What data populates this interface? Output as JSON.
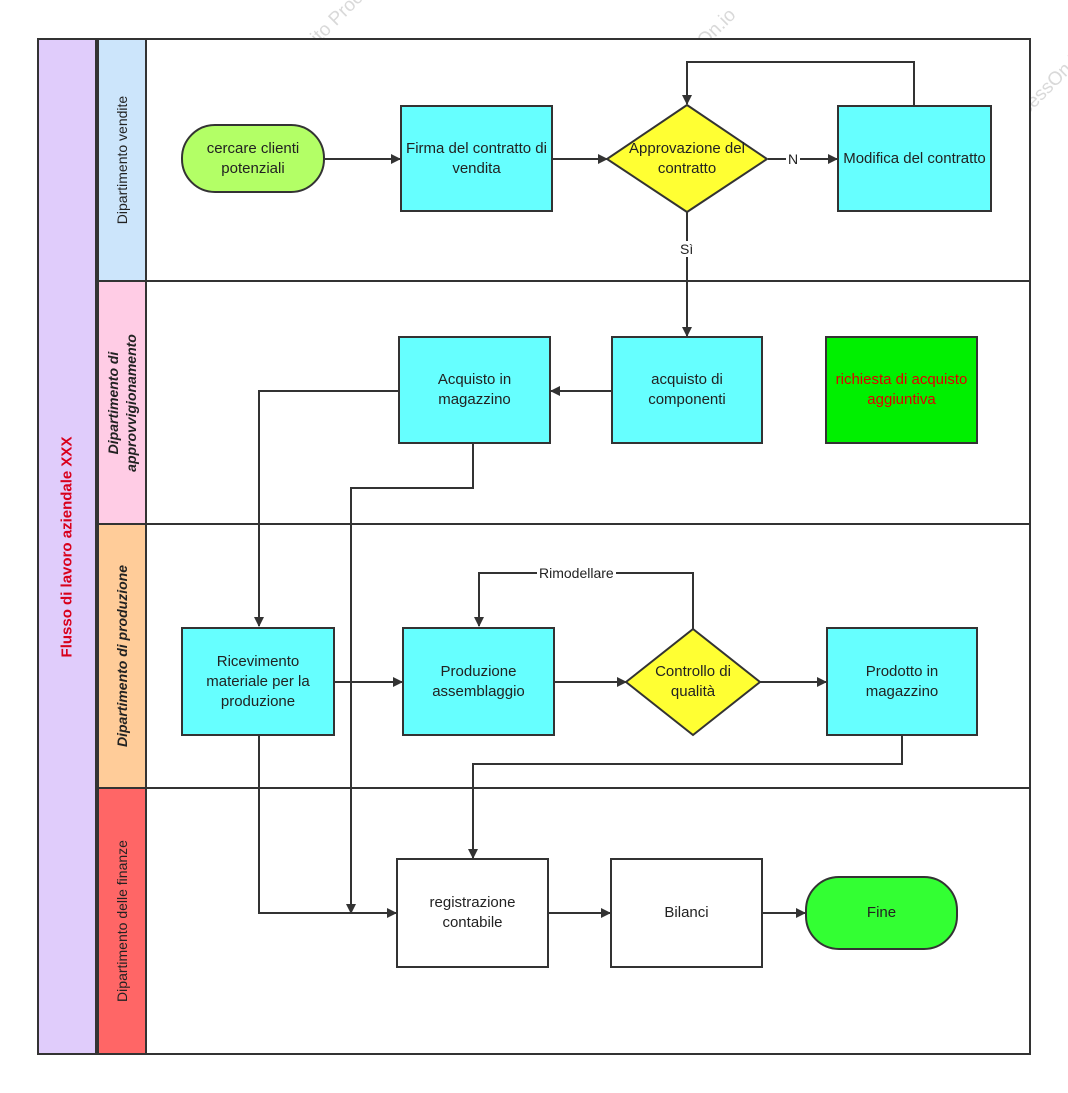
{
  "diagram": {
    "pool_title": "Flusso di lavoro aziendale XXX",
    "lanes": [
      {
        "id": "vendite",
        "label": "Dipartimento vendite",
        "color": "#cce5fb"
      },
      {
        "id": "approvvigionamento",
        "label_line1": "Dipartimento di",
        "label_line2": "approvvigionamento",
        "color": "#ffcce5"
      },
      {
        "id": "produzione",
        "label": "Dipartimento di produzione",
        "color": "#ffcc99"
      },
      {
        "id": "finanze",
        "label": "Dipartimento delle finanze",
        "color": "#ff6666"
      }
    ],
    "nodes": {
      "cercare": "cercare clienti potenziali",
      "firma": "Firma del contratto di vendita",
      "approvazione": "Approvazione del contratto",
      "modifica": "Modifica del contratto",
      "acquisto_componenti": "acquisto di componenti",
      "acquisto_magazzino": "Acquisto in magazzino",
      "richiesta": "richiesta di acquisto aggiuntiva",
      "ricevimento": "Ricevimento materiale per la produzione",
      "produzione": "Produzione assemblaggio",
      "controllo": "Controllo di qualità",
      "prodotto": "Prodotto in magazzino",
      "registrazione": "registrazione contabile",
      "bilanci": "Bilanci",
      "fine": "Fine"
    },
    "edge_labels": {
      "no": "N",
      "yes": "Sì",
      "rimodellare": "Rimodellare"
    },
    "watermark": "Diagramma di flusso gratuito ProcessOn.io"
  }
}
